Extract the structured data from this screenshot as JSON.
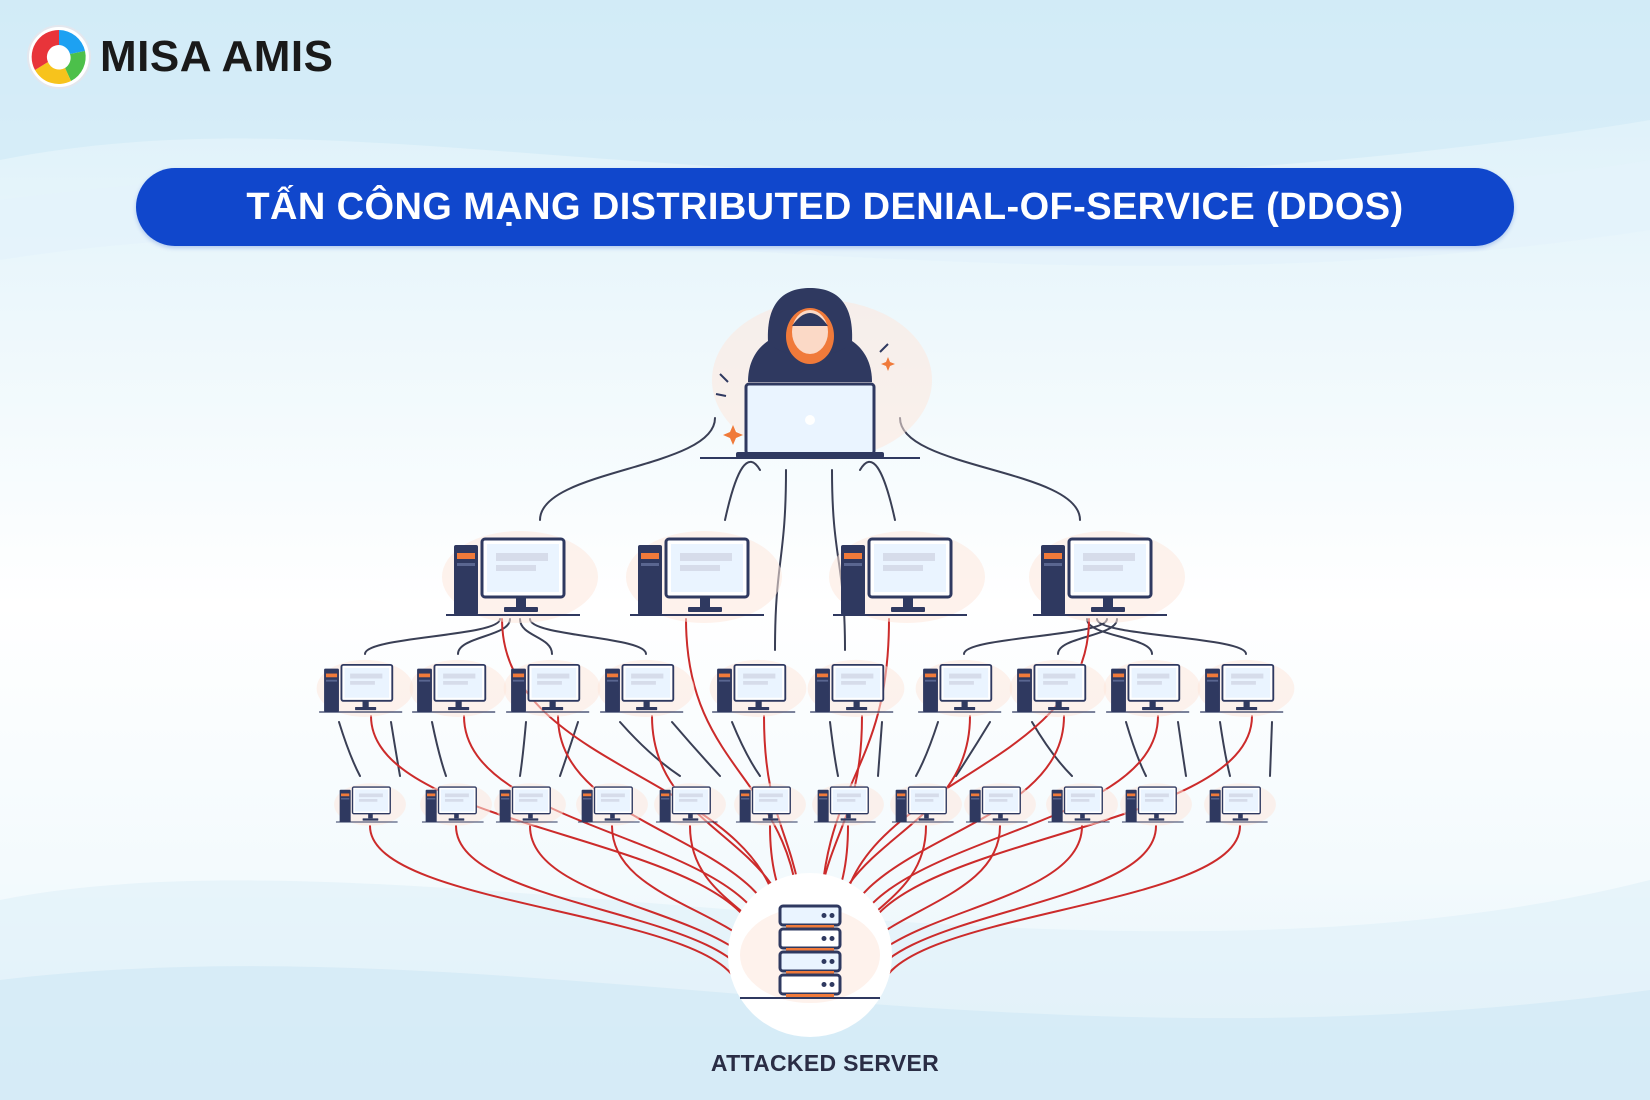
{
  "logo": {
    "text": "MISA AMIS"
  },
  "title": "TẤN CÔNG MẠNG DISTRIBUTED DENIAL-OF-SERVICE (DDOS)",
  "server_label": "ATTACKED SERVER",
  "colors": {
    "banner": "#1047cc",
    "attack_line": "#cc2b2b",
    "control_line": "#3a3f55",
    "navy": "#2f3960",
    "accent_orange": "#f07a3a",
    "screen_light": "#eaf4ff"
  },
  "icons": [
    "hacker-icon",
    "laptop-icon",
    "computer-icon",
    "server-rack-icon"
  ]
}
